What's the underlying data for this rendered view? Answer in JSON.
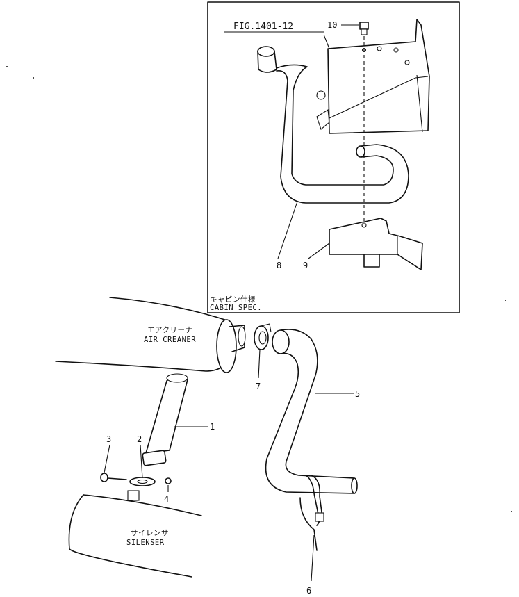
{
  "figure_ref": "FIG.1401-12",
  "inset": {
    "caption_jp": "キャビン仕様",
    "caption_en": "CABIN SPEC."
  },
  "components": {
    "air_cleaner_jp": "エアクリーナ",
    "air_cleaner_en": "AIR CREANER",
    "silencer_jp": "サイレンサ",
    "silencer_en": "SILENSER"
  },
  "callouts": [
    "1",
    "2",
    "3",
    "4",
    "5",
    "6",
    "7",
    "8",
    "9",
    "10"
  ]
}
